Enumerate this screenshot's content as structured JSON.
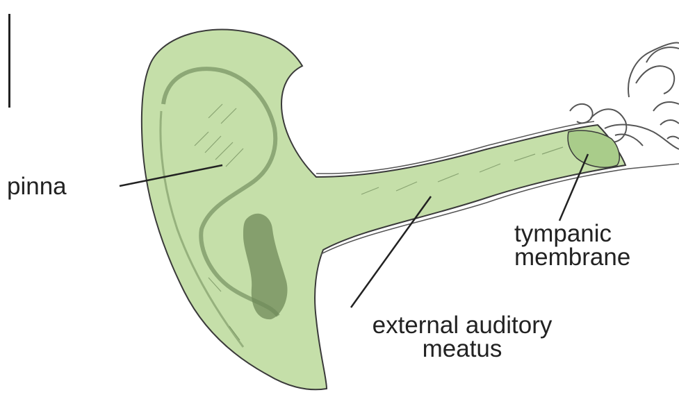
{
  "diagram": {
    "labels": {
      "pinna": "pinna",
      "tympanic_line1": "tympanic",
      "tympanic_line2": "membrane",
      "meatus_line1": "external auditory",
      "meatus_line2": "meatus"
    },
    "colors": {
      "ear_fill": "#c5dfa9",
      "outline": "#3a3a3a",
      "shading": "#6f8a5a",
      "background": "#ffffff"
    }
  }
}
